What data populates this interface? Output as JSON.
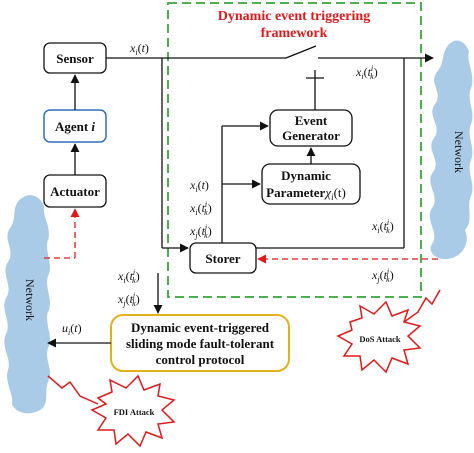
{
  "framework": {
    "title_line1": "Dynamic event triggering",
    "title_line2": "framework",
    "border_color": "#4caf50",
    "title_color": "#e0191b"
  },
  "blocks": {
    "sensor": "Sensor",
    "agent_prefix": "Agent ",
    "agent_index": "i",
    "actuator": "Actuator",
    "event_generator_line1": "Event",
    "event_generator_line2": "Generator",
    "dynamic_param_line1": "Dynamic",
    "dynamic_param_line2": "Parameter",
    "dynamic_param_symbol": "χ",
    "dynamic_param_sub": "i",
    "dynamic_param_arg": "(t)",
    "storer": "Storer",
    "protocol_line1": "Dynamic event-triggered",
    "protocol_line2": "sliding mode fault-tolerant",
    "protocol_line3": "control protocol",
    "protocol_border_color": "#e3b21b",
    "agent_border_color": "#2e6fb5"
  },
  "clouds": {
    "left_label": "Network",
    "right_label": "Network",
    "color": "#a9cbe8"
  },
  "attacks": {
    "dos": "DoS Attack",
    "fdi": "FDI Attack",
    "line_color": "#e0191b"
  },
  "signals": {
    "xi_t": "x_i(t)",
    "xi_tk": "x_i(t_k^i)",
    "xj_tk": "x_j(t_k^j)",
    "ui_t": "u_i(t)"
  }
}
